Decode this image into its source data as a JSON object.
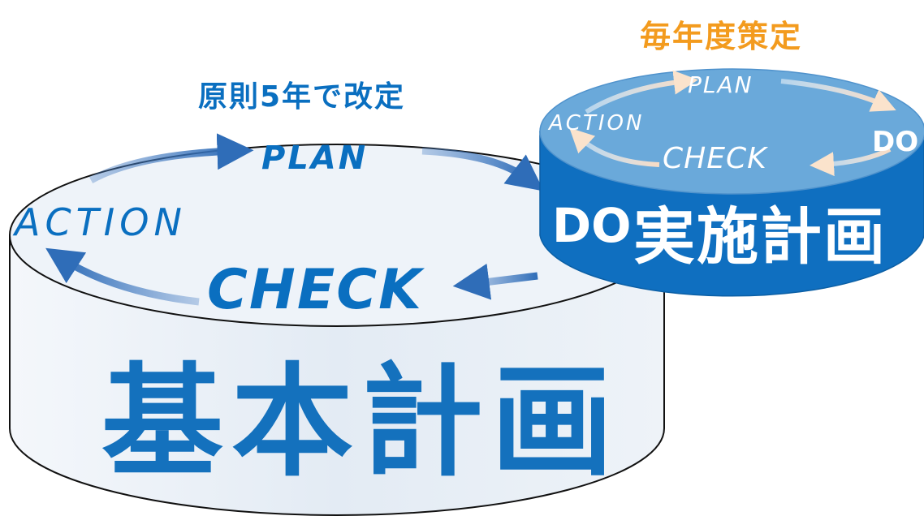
{
  "labels": {
    "basic_revision": "原則5年で改定",
    "annual_formulation": "毎年度策定"
  },
  "basic_plan": {
    "title_chars": [
      "基",
      "本",
      "計",
      "画"
    ],
    "cycle": {
      "plan": "PLAN",
      "action": "ACTION",
      "check": "CHECK"
    }
  },
  "implementation_plan": {
    "do_label": "DO",
    "title": "実施計画",
    "cycle": {
      "plan": "PLAN",
      "action": "ACTION",
      "do": "DO",
      "check": "CHECK"
    }
  },
  "colors": {
    "accent_blue": "#0a6fc0",
    "orange": "#f39b1e",
    "small_disc_side": "#0f6fc0",
    "small_disc_top": "#6aa9da",
    "large_disc": "#e6eef6"
  }
}
